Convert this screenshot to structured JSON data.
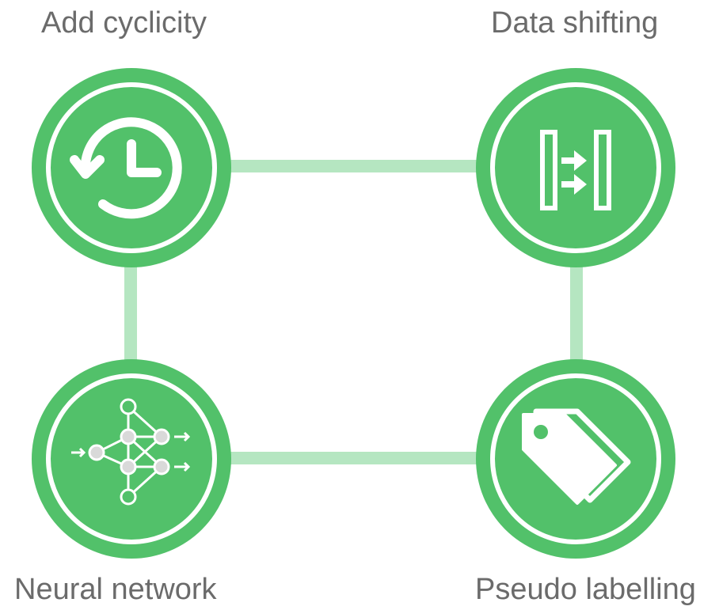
{
  "colors": {
    "node_fill": "#52c16a",
    "connector": "#b5e6c1",
    "icon_stroke": "#ffffff",
    "label_text": "#6b6b6b"
  },
  "nodes": [
    {
      "id": "add-cyclicity",
      "label": "Add cyclicity",
      "icon": "history-clock-icon"
    },
    {
      "id": "data-shifting",
      "label": "Data shifting",
      "icon": "data-shift-icon"
    },
    {
      "id": "neural-network",
      "label": "Neural network",
      "icon": "neural-network-icon"
    },
    {
      "id": "pseudo-labelling",
      "label": "Pseudo labelling",
      "icon": "tags-icon"
    }
  ]
}
